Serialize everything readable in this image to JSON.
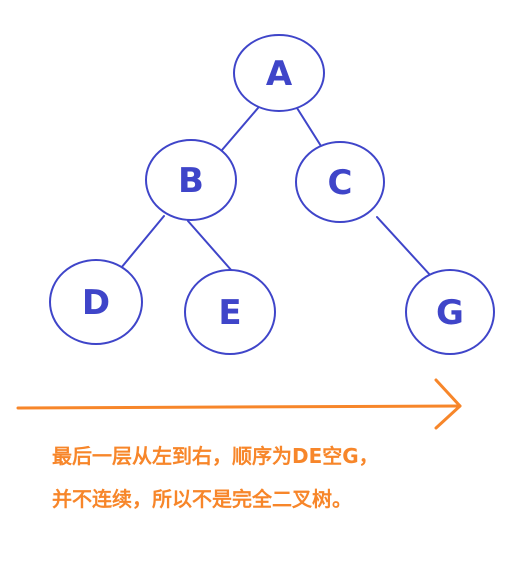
{
  "colors": {
    "tree": "#3f45c9",
    "annotation": "#f7862a",
    "background": "#ffffff"
  },
  "tree": {
    "nodes": [
      {
        "id": "A",
        "label": "A"
      },
      {
        "id": "B",
        "label": "B"
      },
      {
        "id": "C",
        "label": "C"
      },
      {
        "id": "D",
        "label": "D"
      },
      {
        "id": "E",
        "label": "E"
      },
      {
        "id": "G",
        "label": "G"
      }
    ],
    "edges": [
      {
        "from": "A",
        "to": "B"
      },
      {
        "from": "A",
        "to": "C"
      },
      {
        "from": "B",
        "to": "D"
      },
      {
        "from": "B",
        "to": "E"
      },
      {
        "from": "C",
        "to": "G"
      }
    ]
  },
  "annotation": {
    "arrow": "arrow-right",
    "lines": [
      "最后一层从左到右，顺序为DE空G，",
      "并不连续，所以不是完全二叉树。"
    ]
  }
}
